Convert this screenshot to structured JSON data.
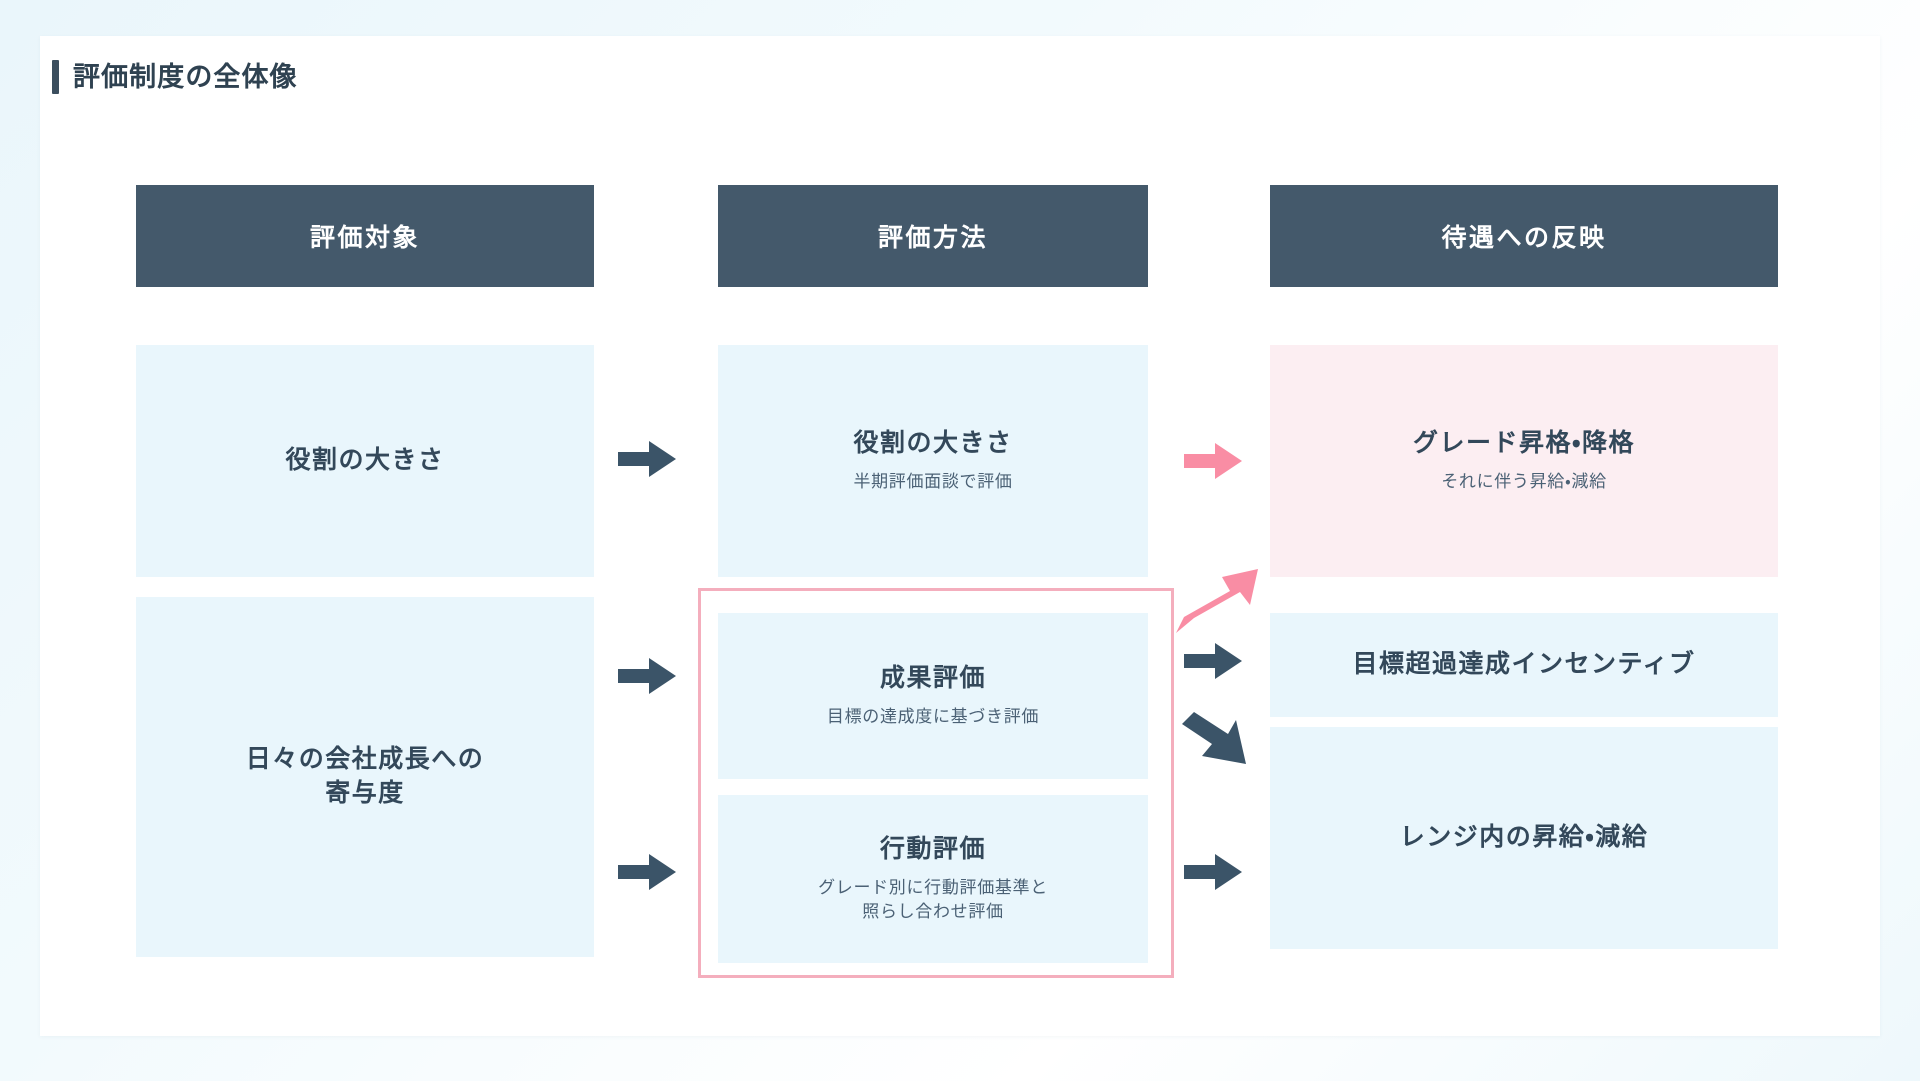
{
  "page": {
    "title": "評価制度の全体像",
    "accent_bar_color": "#3b4e5e",
    "header_bg_color": "#44596b",
    "cell_bg_color": "#e9f6fc",
    "cell_bg_highlight_color": "#fceef2",
    "outline_color": "#f4aebd",
    "arrow_dark_color": "#3b5468",
    "arrow_pink_color": "#f98da4",
    "text_color": "#33485a",
    "subtext_color": "#4b6175"
  },
  "columns": [
    {
      "id": "evaluation-target",
      "header": "評価対象"
    },
    {
      "id": "evaluation-method",
      "header": "評価方法"
    },
    {
      "id": "treatment-reflection",
      "header": "待遇への反映"
    }
  ],
  "col1_cells": [
    {
      "title": "役割の大きさ",
      "sub": ""
    },
    {
      "title_line1": "日々の会社成長への",
      "title_line2": "寄与度",
      "sub": ""
    }
  ],
  "col2_cells": [
    {
      "title": "役割の大きさ",
      "sub": "半期評価面談で評価"
    },
    {
      "title": "成果評価",
      "sub": "目標の達成度に基づき評価"
    },
    {
      "title": "行動評価",
      "sub_line1": "グレード別に行動評価基準と",
      "sub_line2": "照らし合わせ評価"
    }
  ],
  "col3_cells": [
    {
      "title": "グレード昇格・降格",
      "sub": "それに伴う昇給・減給",
      "highlight": true
    },
    {
      "title": "目標超過達成インセンティブ",
      "sub": "",
      "highlight": false
    },
    {
      "title": "レンジ内の昇給・減給",
      "sub": "",
      "highlight": false
    }
  ],
  "arrows": [
    {
      "id": "arrow-col1-row1",
      "direction": "right",
      "color": "dark"
    },
    {
      "id": "arrow-col1-row2a",
      "direction": "right",
      "color": "dark"
    },
    {
      "id": "arrow-col1-row2b",
      "direction": "right",
      "color": "dark"
    },
    {
      "id": "arrow-col2-row1",
      "direction": "right",
      "color": "pink"
    },
    {
      "id": "arrow-col2-diag-up",
      "direction": "up-right",
      "color": "pink"
    },
    {
      "id": "arrow-col2-row2",
      "direction": "right",
      "color": "dark"
    },
    {
      "id": "arrow-col2-diag-down",
      "direction": "down-right",
      "color": "dark"
    },
    {
      "id": "arrow-col2-row3",
      "direction": "right",
      "color": "dark"
    }
  ]
}
